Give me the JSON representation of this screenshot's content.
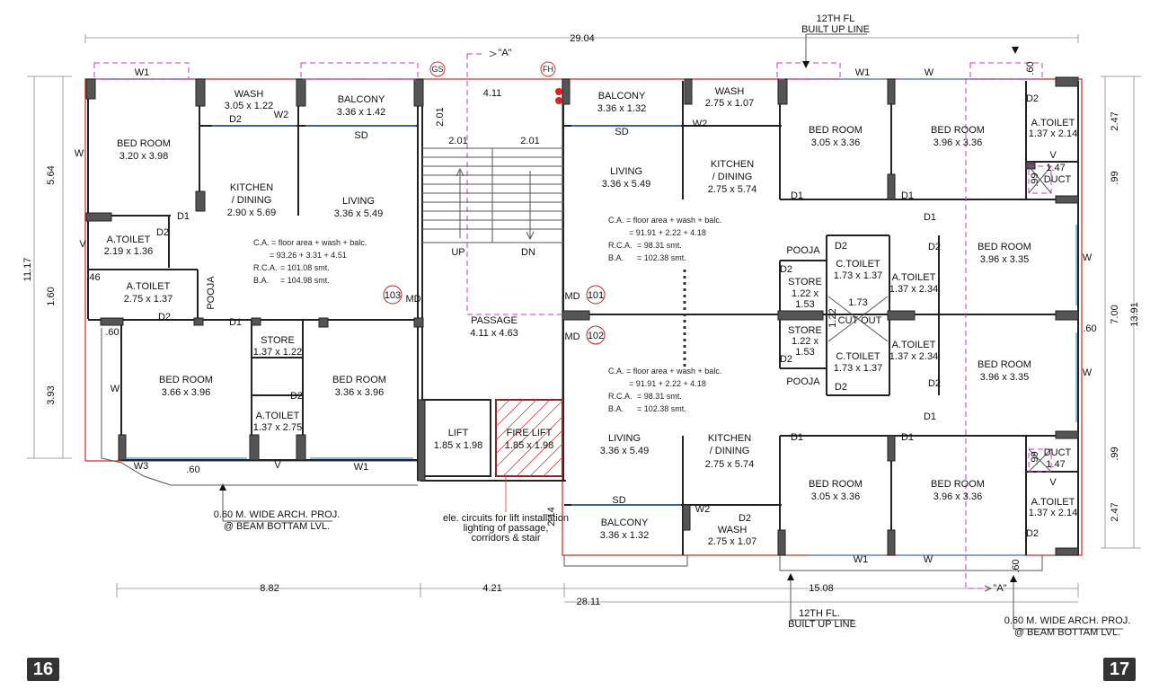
{
  "page_numbers": {
    "left": "16",
    "right": "17"
  },
  "dimensions": {
    "top_total": "29.04",
    "bottom_total": "28.11",
    "bottom_left": "8.82",
    "bottom_mid": "4.21",
    "bottom_right": "15.08",
    "left_overall": "11.17",
    "left_a": "5.64",
    "left_b": "1.60",
    "left_c": "3.93",
    "right_overall": "13.91",
    "right_a": "2.47",
    "right_b": ".99",
    "right_c": "7.00",
    "right_d": ".99",
    "right_e": "2.47",
    "passage_w": "4.11",
    "stair_top": "2.01",
    "stair_l": "2.01",
    "stair_r": "2.01",
    "bottom_214": "2.14",
    "d46": ".46",
    "d60a": ".60",
    "d60b": ".60",
    "d60c": ".60",
    "d60d": ".60",
    "d60e": ".60",
    "d99a": ".99",
    "d99b": ".99",
    "d147a": "1.47",
    "d147b": "1.47",
    "d173": "1.73",
    "d122": "1.22"
  },
  "notes": {
    "fl_top_1": "12TH FL",
    "fl_top_2": "BUILT UP LINE",
    "fl_bot_1": "12TH FL.",
    "fl_bot_2": "BUILT UP LINE",
    "arch_left_1": "0.60 M. WIDE ARCH. PROJ.",
    "arch_left_2": "@ BEAM BOTTAM LVL.",
    "arch_right_1": "0.60 M. WIDE ARCH. PROJ.",
    "arch_right_2": "@ BEAM BOTTAM LVL.",
    "section_a_top": "\"A\"",
    "section_a_bot": "\"A\"",
    "elec_1": "ele. circuits for lift installation",
    "elec_2": "lighting of passage,",
    "elec_3": "corridors & stair",
    "gs": "GS",
    "fh": "FH"
  },
  "units": {
    "u103": {
      "tag": "103",
      "ca_1": "C.A.   = floor area + wash + balc.",
      "ca_2": "=   93.26 + 3.31  + 4.51",
      "rca_label": "R.C.A.",
      "rca_val": "= 101.08 smt.",
      "ba_label": "B.A.",
      "ba_val": "=  104.98 smt."
    },
    "u101": {
      "tag": "101",
      "ca_1": "C.A.   = floor area + wash + balc.",
      "ca_2": "=   91.91 + 2.22  + 4.18",
      "rca_label": "R.C.A.",
      "rca_val": "= 98.31 smt.",
      "ba_label": "B.A.",
      "ba_val": "=  102.38 smt."
    },
    "u102": {
      "tag": "102",
      "ca_1": "C.A.   = floor area + wash + balc.",
      "ca_2": "=   91.91 + 2.22  + 4.18",
      "rca_label": "R.C.A.",
      "rca_val": "= 98.31 smt.",
      "ba_label": "B.A.",
      "ba_val": "=  102.38 smt."
    }
  },
  "rooms": {
    "l_bed1": {
      "name": "BED ROOM",
      "size": "3.20 x 3.98"
    },
    "l_wash": {
      "name": "WASH",
      "size": "3.05 x 1.22"
    },
    "l_balc": {
      "name": "BALCONY",
      "size": "3.36 x 1.42"
    },
    "l_kit": {
      "name": "KITCHEN",
      "name2": "/ DINING",
      "size": "2.90 x 5.69"
    },
    "l_liv": {
      "name": "LIVING",
      "size": "3.36 x 5.49"
    },
    "l_at1": {
      "name": "A.TOILET",
      "size": "2.19 x 1.36"
    },
    "l_at2": {
      "name": "A.TOILET",
      "size": "2.75 x 1.37"
    },
    "l_pooja": {
      "name": "POOJA"
    },
    "l_bed2": {
      "name": "BED ROOM",
      "size": "3.66 x 3.96"
    },
    "l_store": {
      "name": "STORE",
      "size": "1.37 x 1.22"
    },
    "l_at3": {
      "name": "A.TOILET",
      "size": "1.37 x 2.75"
    },
    "l_bed3": {
      "name": "BED ROOM",
      "size": "3.36 x 3.96"
    },
    "passage": {
      "name": "PASSAGE",
      "size": "4.11 x 4.63"
    },
    "lift": {
      "name": "LIFT",
      "size": "1.85 x 1.98"
    },
    "fire_lift": {
      "name": "FIRE LIFT",
      "size": "1.85 x 1.98"
    },
    "up": {
      "name": "UP"
    },
    "dn": {
      "name": "DN"
    },
    "r_balc1": {
      "name": "BALCONY",
      "size": "3.36 x 1.32"
    },
    "r_wash1": {
      "name": "WASH",
      "size": "2.75 x 1.07"
    },
    "r_liv1": {
      "name": "LIVING",
      "size": "3.36 x 5.49"
    },
    "r_kit1": {
      "name": "KITCHEN",
      "name2": "/ DINING",
      "size": "2.75 x 5.74"
    },
    "r_bed1": {
      "name": "BED ROOM",
      "size": "3.05 x 3.36"
    },
    "r_bed2": {
      "name": "BED ROOM",
      "size": "3.96 x 3.36"
    },
    "r_at1": {
      "name": "A.TOILET",
      "size": "1.37 x 2.14"
    },
    "r_duct1": {
      "name": "DUCT"
    },
    "r_pooja1": {
      "name": "POOJA"
    },
    "r_store1": {
      "name": "STORE",
      "size": "1.22 x",
      "size2": "1.53"
    },
    "r_ct1": {
      "name": "C.TOILET",
      "size": "1.73 x 1.37"
    },
    "r_at2": {
      "name": "A.TOILET",
      "size": "1.37 x 2.34"
    },
    "r_bed3": {
      "name": "BED ROOM",
      "size": "3.96 x 3.35"
    },
    "r_cutout": {
      "name": "CUT OUT"
    },
    "r_store2": {
      "name": "STORE",
      "size": "1.22 x",
      "size2": "1.53"
    },
    "r_ct2": {
      "name": "C.TOILET",
      "size": "1.73 x 1.37"
    },
    "r_at3": {
      "name": "A.TOILET",
      "size": "1.37 x 2.34"
    },
    "r_bed4": {
      "name": "BED ROOM",
      "size": "3.96 x 3.35"
    },
    "r_pooja2": {
      "name": "POOJA"
    },
    "r_liv2": {
      "name": "LIVING",
      "size": "3.36 x 5.49"
    },
    "r_kit2": {
      "name": "KITCHEN",
      "name2": "/ DINING",
      "size": "2.75 x 5.74"
    },
    "r_bed5": {
      "name": "BED ROOM",
      "size": "3.05 x 3.36"
    },
    "r_bed6": {
      "name": "BED ROOM",
      "size": "3.96 x 3.36"
    },
    "r_duct2": {
      "name": "DUCT"
    },
    "r_at4": {
      "name": "A.TOILET",
      "size": "1.37 x 2.14"
    },
    "r_balc2": {
      "name": "BALCONY",
      "size": "3.36 x 1.32"
    },
    "r_wash2": {
      "name": "WASH",
      "size": "2.75 x 1.07"
    }
  },
  "tags": {
    "w1": "W1",
    "w2": "W2",
    "w3": "W3",
    "w": "W",
    "v": "V",
    "d1": "D1",
    "d2": "D2",
    "sd": "SD",
    "md": "MD"
  }
}
